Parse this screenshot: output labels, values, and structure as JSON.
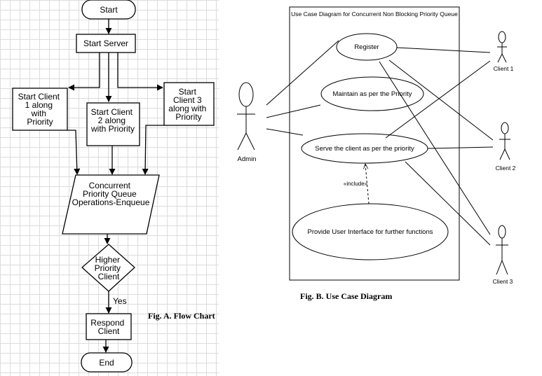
{
  "flowchart": {
    "start": "Start",
    "start_server": "Start Server",
    "client1": [
      "Start Client",
      "1 along",
      "with",
      "Priority"
    ],
    "client2": [
      "Start Client",
      "2 along",
      "with Priority"
    ],
    "client3": [
      "Start",
      "Client 3",
      "along with",
      "Priority"
    ],
    "queue": [
      "Concurrent",
      "Priority Queue",
      "Operations-Enqueue"
    ],
    "decision": [
      "Higher",
      "Priority",
      "Client"
    ],
    "yes_label": "Yes",
    "respond": [
      "Respond",
      "Client"
    ],
    "end": "End",
    "caption": "Fig. A. Flow Chart"
  },
  "usecase": {
    "title": "Use Case Diagram for Concurrent Non Blocking Priority Queue",
    "register": "Register",
    "maintain": "Maintain as per the Priority",
    "serve": "Serve the client as per the priority",
    "provide": "Provide User Interface for further functions",
    "include": "«include»",
    "actors": {
      "admin": "Admin",
      "client1": "Client 1",
      "client2": "Client 2",
      "client3": "Client 3"
    },
    "caption": "Fig. B. Use Case Diagram"
  }
}
